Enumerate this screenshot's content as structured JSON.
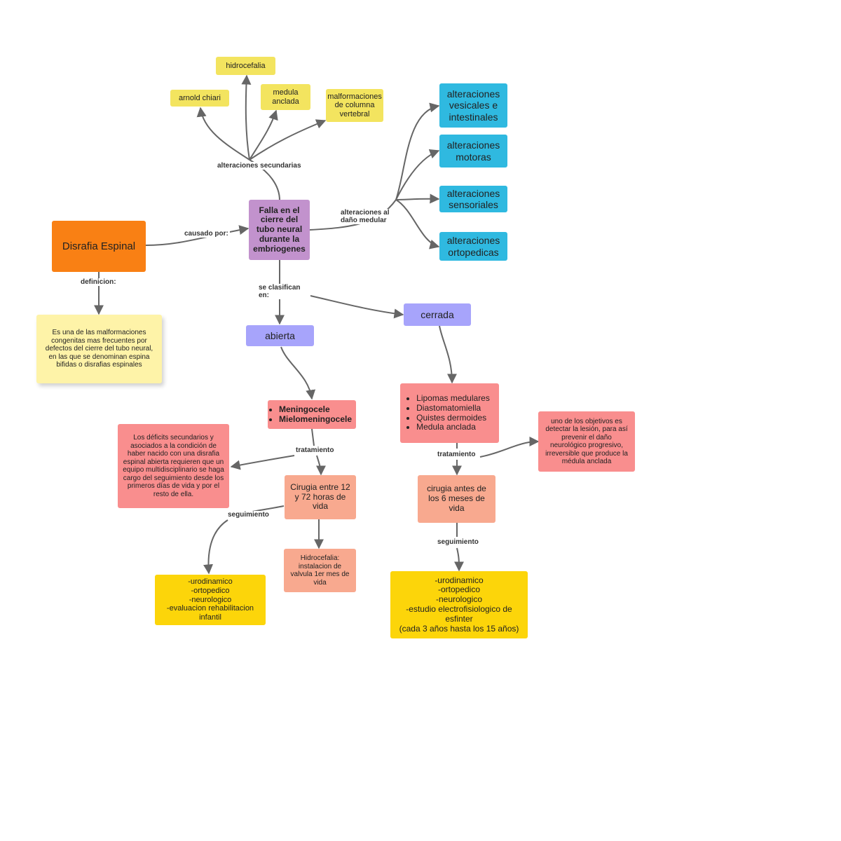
{
  "nodes": {
    "hidrocefalia_top": "hidrocefalia",
    "arnold_chiari": "arnold chiari",
    "medula_anclada_top": "medula anclada",
    "malformaciones_columna": "malformaciones de columna vertebral",
    "disrafia": "Disrafia Espinal",
    "falla_cierre": "Falla en el cierre del tubo neural durante la embriogenes",
    "definicion_text": "Es una de las malformaciones congenitas mas frecuentes por defectos  del cierre del tubo neural, en las que se denominan espina bifidas o disrafias espinales",
    "alt_vesicales": "alteraciones vesicales e intestinales",
    "alt_motoras": "alteraciones motoras",
    "alt_sensoriales": "alteraciones sensoriales",
    "alt_ortopedicas": "alteraciones ortopedicas",
    "abierta": "abierta",
    "cerrada": "cerrada",
    "abierta_tipos": [
      "Meningocele",
      "Mielomeningocele"
    ],
    "cerrada_tipos": [
      "Lipomas medulares",
      "Diastomatomiella",
      "Quistes dermoides",
      "Medula anclada"
    ],
    "deficits_text": "Los déficits secundarios y asociados a la condición de haber nacido con una disrafia espinal abierta requieren que un equipo multidisciplinario se haga cargo del seguimiento desde los primeros días de vida y por el resto de ella.",
    "cirugia_abierta": "Cirugia entre 12 y 72 horas de vida",
    "cirugia_cerrada": "cirugia antes de los 6 meses de vida",
    "objetivo_text": "uno de los objetivos es detectar la lesión, para así prevenir el daño neurológico progresivo, irreversible que produce la médula anclada",
    "hidrocefalia_valvula": "Hidrocefalia: instalacion de valvula 1er mes de vida",
    "seguimiento_abierta": "-urodinamico\n-ortopedico\n-neurologico\n-evaluacion rehabilitacion infantil",
    "seguimiento_cerrada": "-urodinamico\n-ortopedico\n-neurologico\n-estudio electrofisiologico de esfinter\n(cada 3 años hasta los 15 años)"
  },
  "labels": {
    "causado_por": "causado por:",
    "definicion": "definicion:",
    "alteraciones_secundarias": "alteraciones secundarias",
    "alteraciones_dano": "alteraciones al daño medular",
    "se_clasifican": "se clasifican en:",
    "tratamiento_abierta": "tratamiento",
    "tratamiento_cerrada": "tratamiento",
    "seguimiento_abierta": "seguimiento",
    "seguimiento_cerrada": "seguimiento"
  },
  "colors": {
    "orange": "#f98014",
    "purple": "#c292cd",
    "cyan": "#2fb9e0",
    "lavender": "#a7a4fb",
    "red": "#f98e8e",
    "salmon": "#f8a98f",
    "gold": "#fcd50a",
    "yellow": "#f3e45f",
    "note": "#fef3a8",
    "arrow": "#666666"
  }
}
